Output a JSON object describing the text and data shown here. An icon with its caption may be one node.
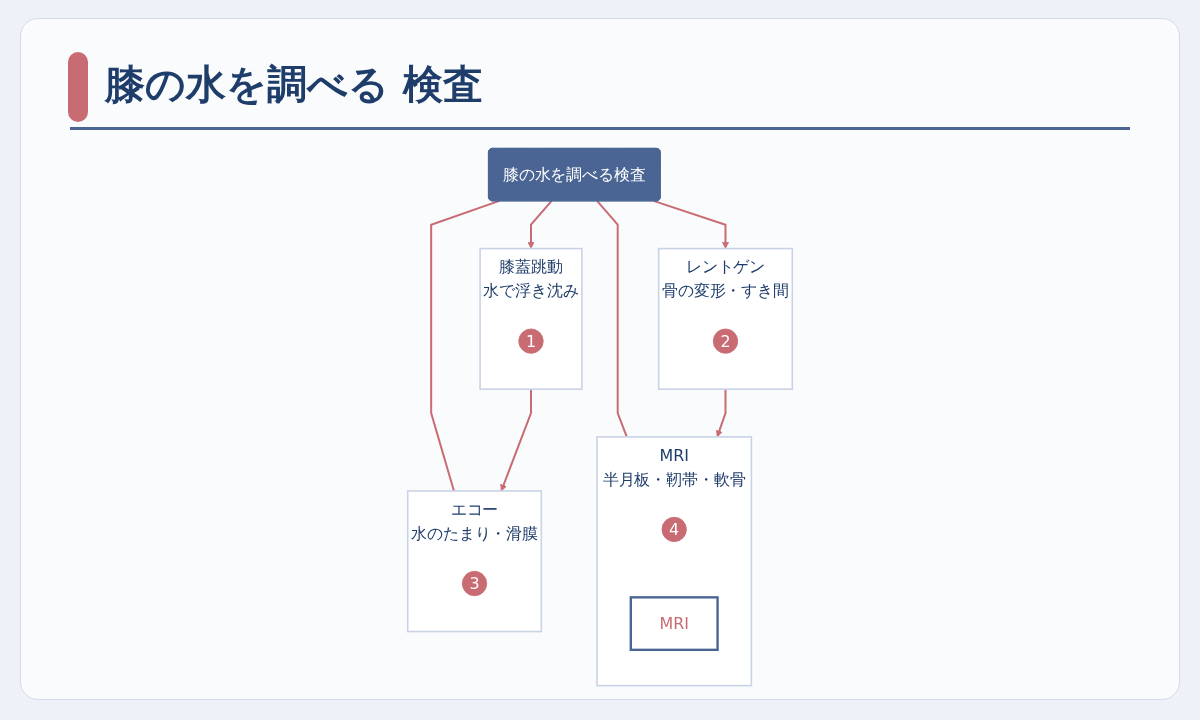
{
  "diagram": {
    "title": "膝の水を調べる 検査",
    "nodes": [
      {
        "text": [
          "膝の水を調べる検査"
        ]
      },
      {
        "text": [
          "膝蓋跳動",
          "水で浮き沈み"
        ]
      },
      {
        "text": [
          "1"
        ],
        "in": 1
      },
      {
        "text": [
          "レントゲン",
          "骨の変形・すき間"
        ]
      },
      {
        "text": [
          "2"
        ],
        "in": 3
      },
      {
        "text": [
          "エコー",
          "水のたまり・滑膜"
        ]
      },
      {
        "text": [
          "3"
        ],
        "in": 5
      },
      {
        "text": [
          "MRI",
          "半月板・靭帯・軟骨"
        ]
      },
      {
        "text": [
          "4"
        ],
        "in": 7
      },
      {
        "text": [
          "MRI"
        ],
        "in": 7
      }
    ],
    "edges": [
      {
        "from": 0,
        "to": 1,
        "arrow": "to"
      },
      {
        "from": 0,
        "to": 3,
        "arrow": "to"
      },
      {
        "from": 0,
        "to": 5,
        "arrow": "none"
      },
      {
        "from": 0,
        "to": 7,
        "arrow": "none"
      },
      {
        "from": 1,
        "to": 5,
        "arrow": "to"
      },
      {
        "from": 3,
        "to": 7,
        "arrow": "to"
      }
    ]
  }
}
